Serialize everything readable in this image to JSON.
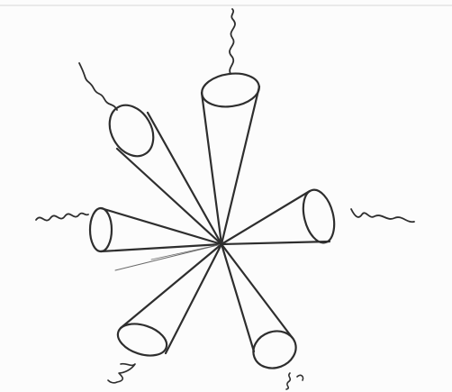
{
  "diagram": {
    "ink_color": "#2e2e2e",
    "paper_color": "#fcfcfc",
    "cones": [
      {
        "name": "top"
      },
      {
        "name": "upper-left"
      },
      {
        "name": "left"
      },
      {
        "name": "right"
      },
      {
        "name": "lower-left"
      },
      {
        "name": "lower-right"
      }
    ]
  }
}
